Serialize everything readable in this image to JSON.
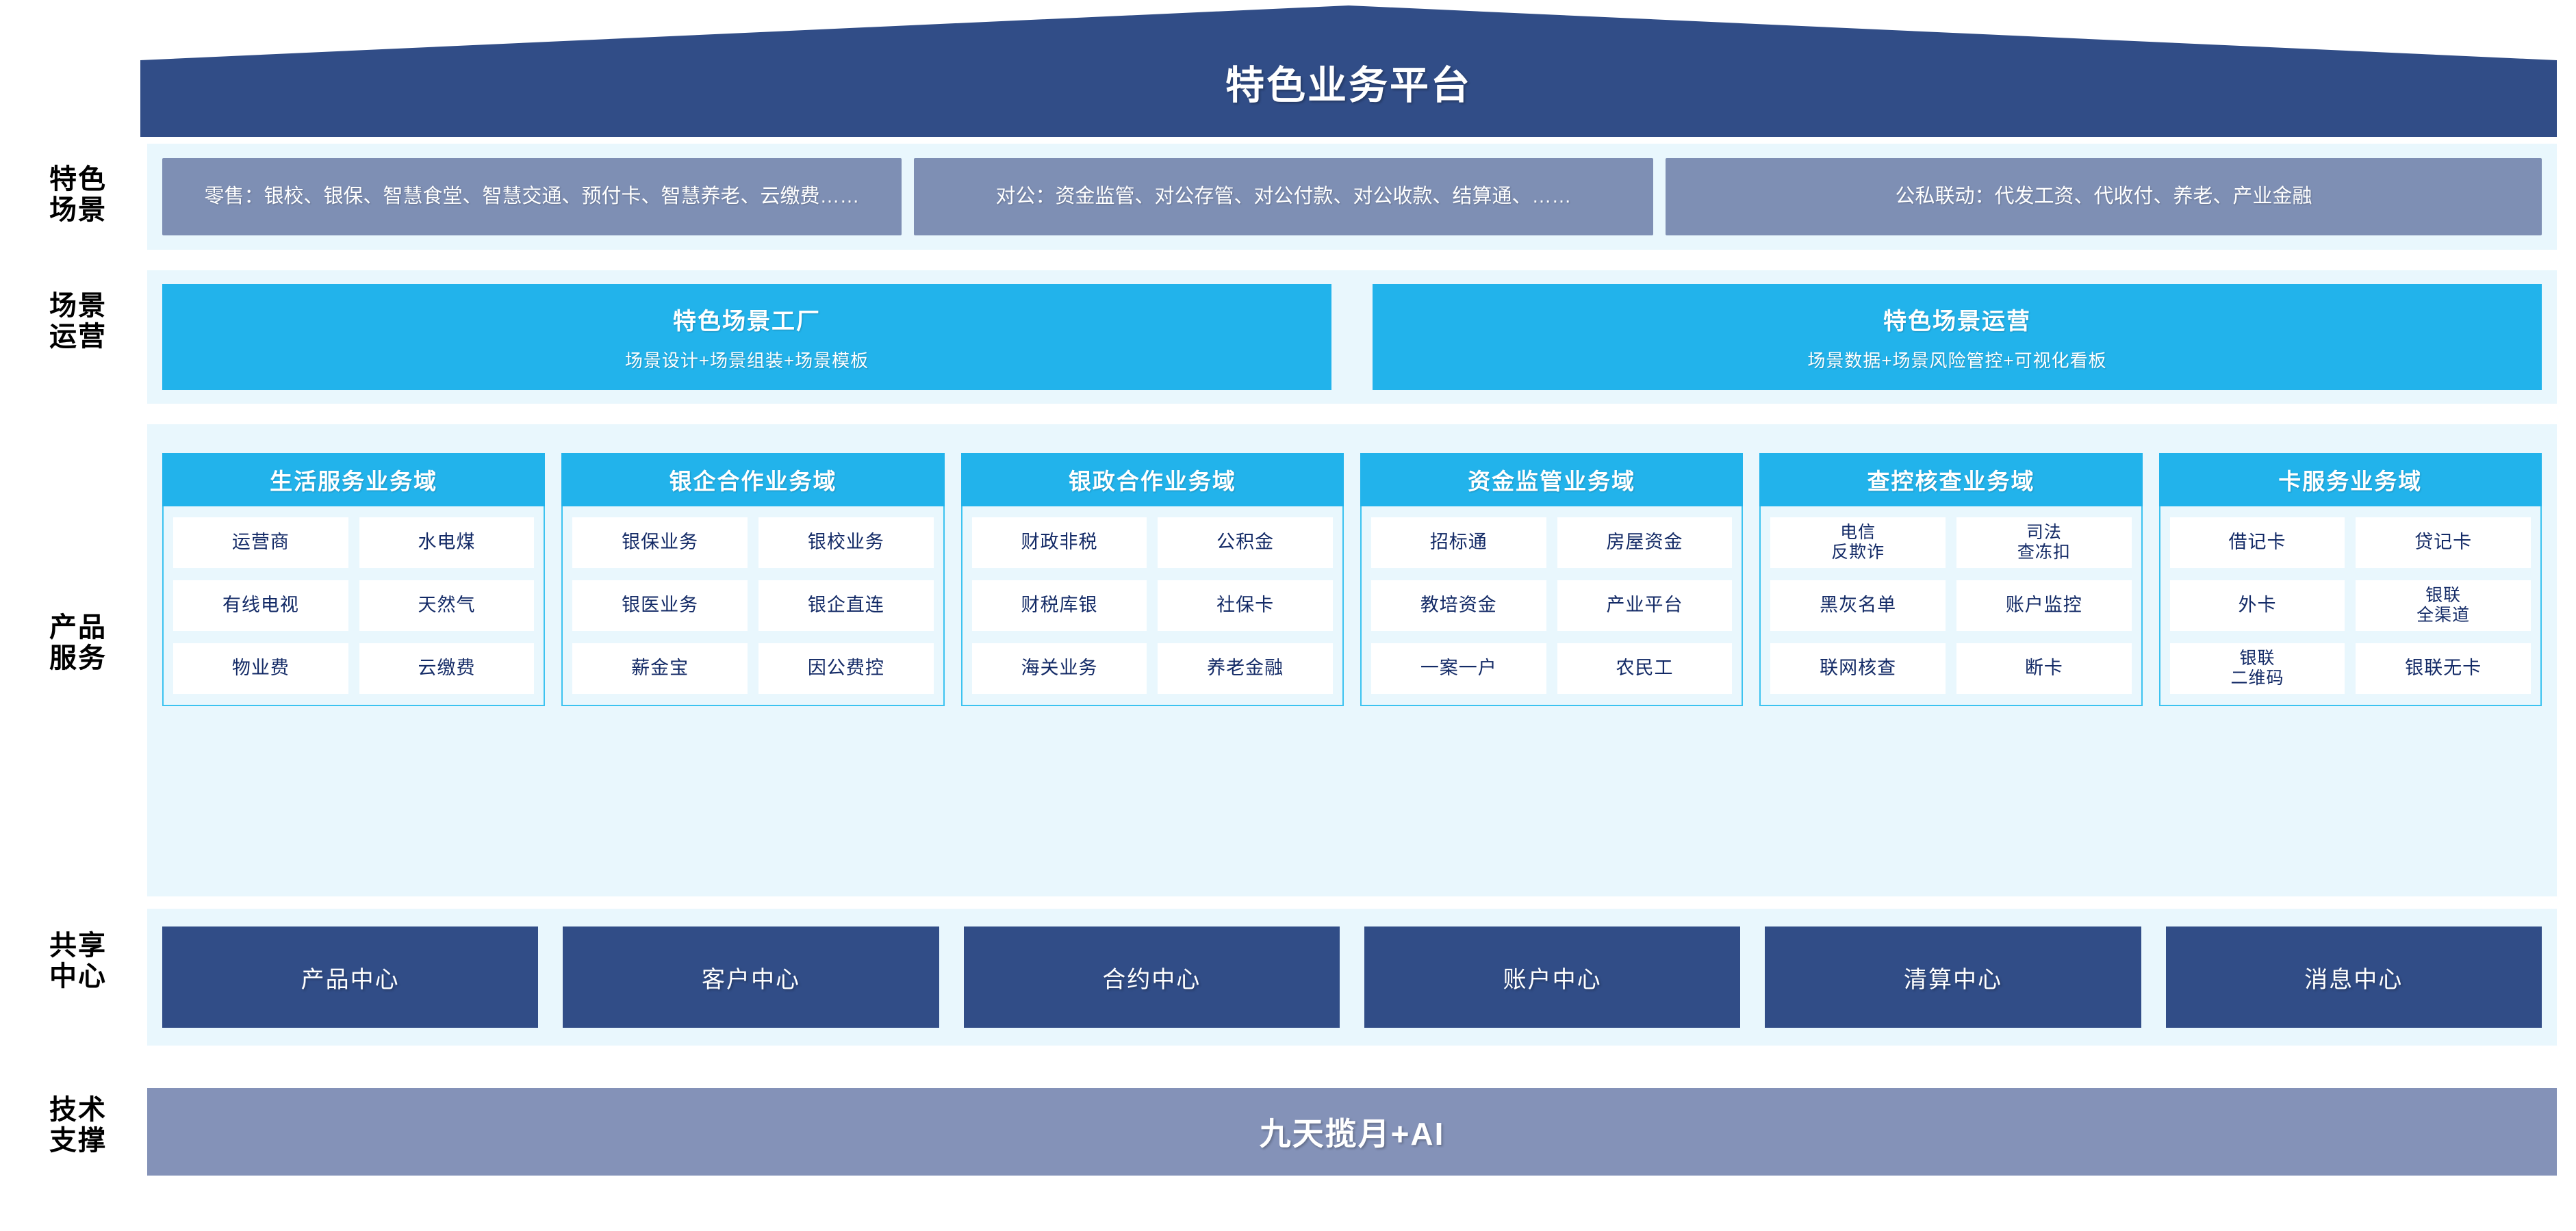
{
  "title": "特色业务平台",
  "colors": {
    "navy": "#314d87",
    "cyan": "#22b3eb",
    "band": "#e9f7fd",
    "slate": "#7e8fb4",
    "tech_bar": "#8492b8"
  },
  "row_labels": [
    {
      "id": "scenarios",
      "line1": "特色",
      "line2": "场景"
    },
    {
      "id": "operations",
      "line1": "场景",
      "line2": "运营"
    },
    {
      "id": "products",
      "line1": "产品",
      "line2": "服务"
    },
    {
      "id": "centers",
      "line1": "共享",
      "line2": "中心"
    },
    {
      "id": "tech",
      "line1": "技术",
      "line2": "支撑"
    }
  ],
  "scenarios": [
    {
      "label": "零售：银校、银保、智慧食堂、智慧交通、预付卡、智慧养老、云缴费……"
    },
    {
      "label": "对公：资金监管、对公存管、对公付款、对公收款、结算通、……"
    },
    {
      "label": "公私联动：代发工资、代收付、养老、产业金融"
    }
  ],
  "operations": [
    {
      "title": "特色场景工厂",
      "subtitle": "场景设计+场景组装+场景模板"
    },
    {
      "title": "特色场景运营",
      "subtitle": "场景数据+场景风险管控+可视化看板"
    }
  ],
  "product_domains": [
    {
      "title": "生活服务业务域",
      "rows": [
        [
          "运营商",
          "水电煤"
        ],
        [
          "有线电视",
          "天然气"
        ],
        [
          "物业费",
          "云缴费"
        ]
      ]
    },
    {
      "title": "银企合作业务域",
      "rows": [
        [
          "银保业务",
          "银校业务"
        ],
        [
          "银医业务",
          "银企直连"
        ],
        [
          "薪金宝",
          "因公费控"
        ]
      ]
    },
    {
      "title": "银政合作业务域",
      "rows": [
        [
          "财政非税",
          "公积金"
        ],
        [
          "财税库银",
          "社保卡"
        ],
        [
          "海关业务",
          "养老金融"
        ]
      ]
    },
    {
      "title": "资金监管业务域",
      "rows": [
        [
          "招标通",
          "房屋资金"
        ],
        [
          "教培资金",
          "产业平台"
        ],
        [
          "一案一户",
          "农民工"
        ]
      ]
    },
    {
      "title": "查控核查业务域",
      "rows": [
        [
          "电信\n反欺诈",
          "司法\n查冻扣"
        ],
        [
          "黑灰名单",
          "账户监控"
        ],
        [
          "联网核查",
          "断卡"
        ]
      ]
    },
    {
      "title": "卡服务业务域",
      "rows": [
        [
          "借记卡",
          "贷记卡"
        ],
        [
          "外卡",
          "银联\n全渠道"
        ],
        [
          "银联\n二维码",
          "银联无卡"
        ]
      ]
    }
  ],
  "shared_centers": [
    {
      "label": "产品中心"
    },
    {
      "label": "客户中心"
    },
    {
      "label": "合约中心"
    },
    {
      "label": "账户中心"
    },
    {
      "label": "清算中心"
    },
    {
      "label": "消息中心"
    }
  ],
  "tech_support": {
    "label": "九天揽月+AI"
  }
}
